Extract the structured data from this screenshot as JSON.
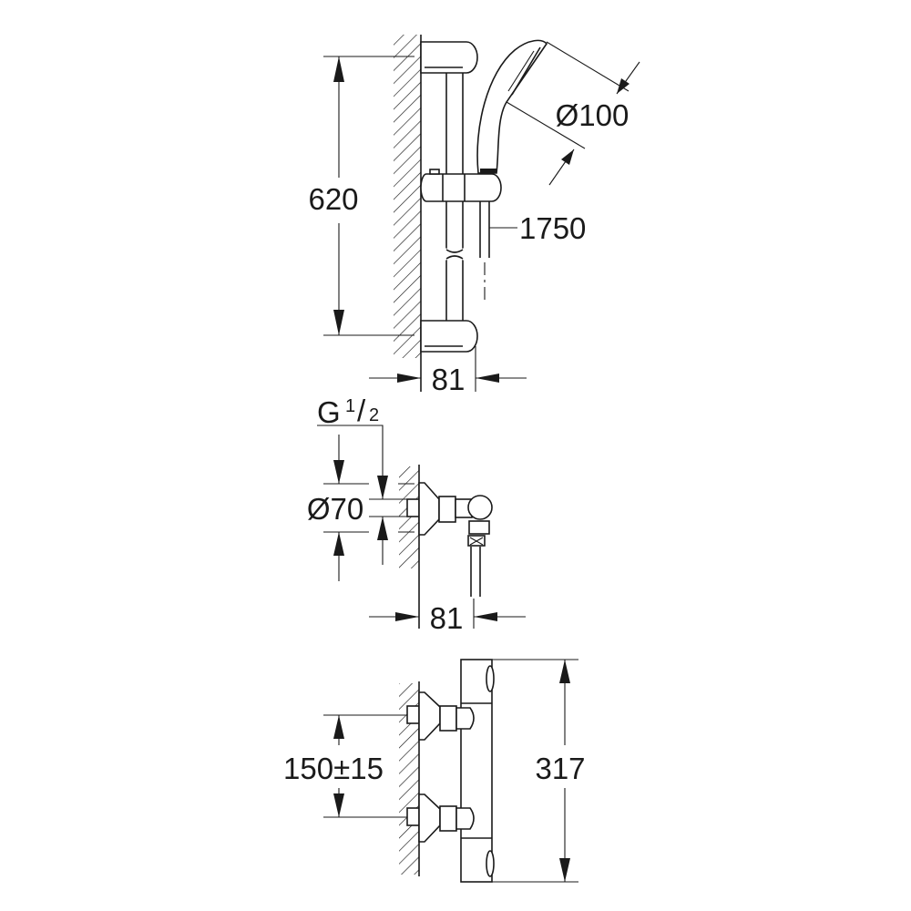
{
  "top_view": {
    "height_label": "620",
    "head_diameter_label": "Ø100",
    "hose_length_label": "1750",
    "projection_label": "81"
  },
  "middle_view": {
    "thread_label_main": "G",
    "thread_label_num": "1",
    "thread_label_den": "2",
    "flange_diameter_label": "Ø70",
    "projection_label": "81"
  },
  "bottom_view": {
    "inlet_spacing_label": "150±15",
    "body_height_label": "317"
  },
  "colors": {
    "ink": "#1a1a1a",
    "background": "#ffffff"
  }
}
